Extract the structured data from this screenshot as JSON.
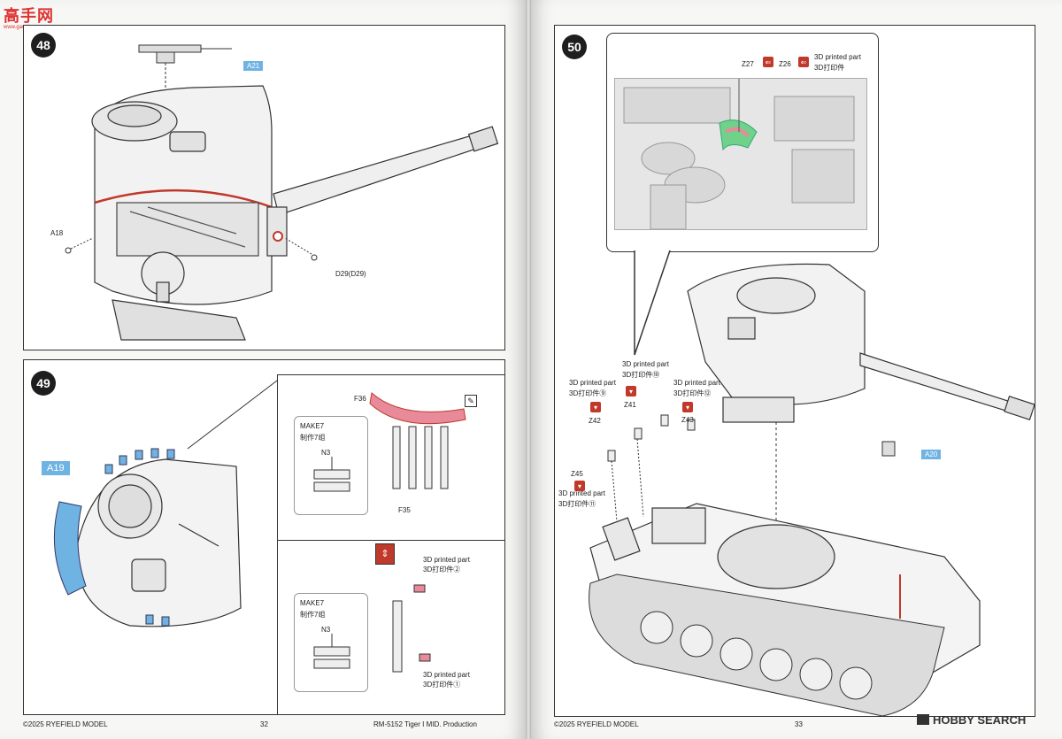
{
  "watermark": {
    "site_cn": "高手网",
    "site_url": "www.gaoshou.com"
  },
  "left_page": {
    "step48": {
      "number": "48",
      "parts": {
        "a21": "A21",
        "a18": "A18",
        "d29": "D29(D29)"
      }
    },
    "step49": {
      "number": "49",
      "parts": {
        "a19": "A19",
        "f36": "F36",
        "f35": "F35"
      },
      "make_a": {
        "make": "MAKE7",
        "make_cn": "制作7组",
        "part": "N3"
      },
      "make_b": {
        "make": "MAKE7",
        "make_cn": "制作7组",
        "part": "N3"
      },
      "printed_2": {
        "en": "3D printed part",
        "cn": "3D打印件②"
      },
      "printed_1": {
        "en": "3D printed part",
        "cn": "3D打印件①"
      }
    },
    "footer": {
      "copyright": "©2025 RYEFIELD MODEL",
      "page_num": "32",
      "product": "RM-5152 Tiger I MID. Production"
    }
  },
  "right_page": {
    "step50": {
      "number": "50",
      "callout": {
        "z27": "Z27",
        "z26": "Z26",
        "printed_en": "3D printed part",
        "printed_cn": "3D打印件"
      },
      "printed_10": {
        "en": "3D printed part",
        "cn": "3D打印件⑩"
      },
      "printed_9": {
        "en": "3D printed part",
        "cn": "3D打印件⑨"
      },
      "printed_12": {
        "en": "3D printed part",
        "cn": "3D打印件⑫"
      },
      "printed_11": {
        "en": "3D printed part",
        "cn": "3D打印件⑪"
      },
      "parts": {
        "z41": "Z41",
        "z42": "Z42",
        "z43": "Z43",
        "z45": "Z45",
        "a20": "A20"
      }
    },
    "footer": {
      "copyright": "©2025 RYEFIELD MODEL",
      "page_num": "33"
    }
  },
  "hobby_search": {
    "logo": "HOBBY SEARCH"
  },
  "colors": {
    "accent_blue": "#6fb3e3",
    "highlight_red": "#c0392b",
    "printed_green": "#6fd18a",
    "printed_pink": "#e88a9a"
  }
}
